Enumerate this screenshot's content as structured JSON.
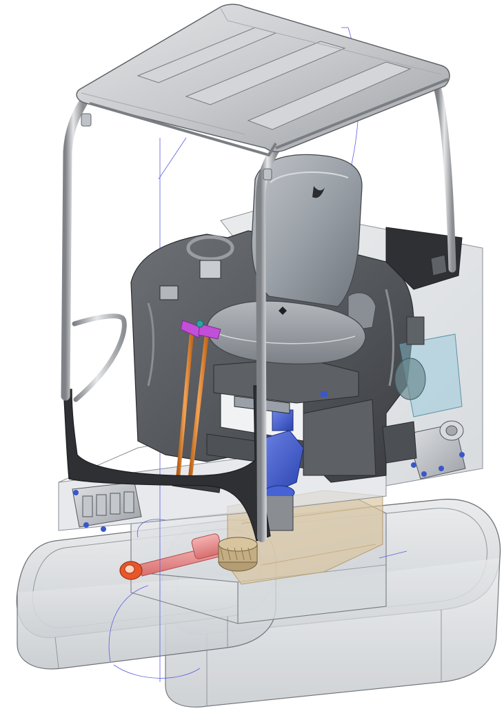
{
  "scene": {
    "subject": "mini-excavator-cab-cad-assembly",
    "view": "isometric",
    "render_mode": "shaded-with-transparent-envelopes",
    "colors": {
      "background": "#ffffff",
      "steel_light": "#cfd1d4",
      "steel_mid": "#9ea1a6",
      "steel_dark": "#4b4d52",
      "panel_black": "#2e3034",
      "transparent_envelope": "#d9dde1",
      "control_lever": "#e8892f",
      "lever_grip": "#c24fd8",
      "lever_knob": "#2ea3a0",
      "hydraulic_blue": "#3a56c9",
      "transparent_blue": "#8fc7d9",
      "swing_cylinder": "#e88a8a",
      "cylinder_eye": "#e8562c",
      "wood_tan": "#d9c39b",
      "guide_line": "#5a5ee0"
    }
  },
  "components": [
    "canopy-roof",
    "rops-posts",
    "operator-seat",
    "seat-base",
    "dash-console",
    "front-panel",
    "control-levers",
    "lever-grips",
    "valve-block-left",
    "valve-block-right",
    "swing-motor",
    "swing-cylinder",
    "motor-envelope",
    "counterweight-envelope",
    "undercarriage-frame",
    "track-left",
    "track-right",
    "turntable-bearing"
  ]
}
